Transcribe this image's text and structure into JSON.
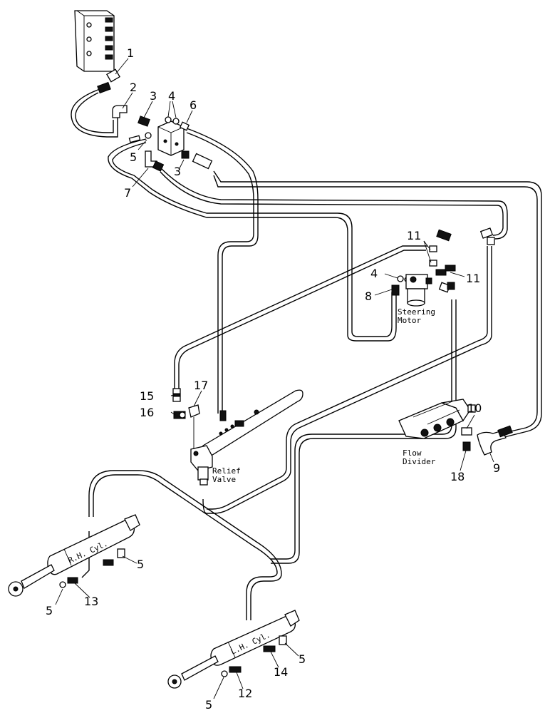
{
  "callouts": {
    "c1": "1",
    "c2": "2",
    "c3a": "3",
    "c3b": "3",
    "c4a": "4",
    "c4b": "4",
    "c5a": "5",
    "c5b": "5",
    "c5c": "5",
    "c5d": "5",
    "c5e": "5",
    "c6": "6",
    "c7": "7",
    "c8": "8",
    "c9": "9",
    "c10": "10",
    "c11a": "11",
    "c11b": "11",
    "c12": "12",
    "c13": "13",
    "c14": "14",
    "c15": "15",
    "c16": "16",
    "c17": "17",
    "c18": "18"
  },
  "labels": {
    "steering_line1": "Steering",
    "steering_line2": "Motor",
    "flow_line1": "Flow",
    "flow_line2": "Divider",
    "relief_line1": "Relief",
    "relief_line2": "Valve",
    "rh_cyl": "R.H. Cyl.",
    "lh_cyl": "L.H. Cyl."
  }
}
